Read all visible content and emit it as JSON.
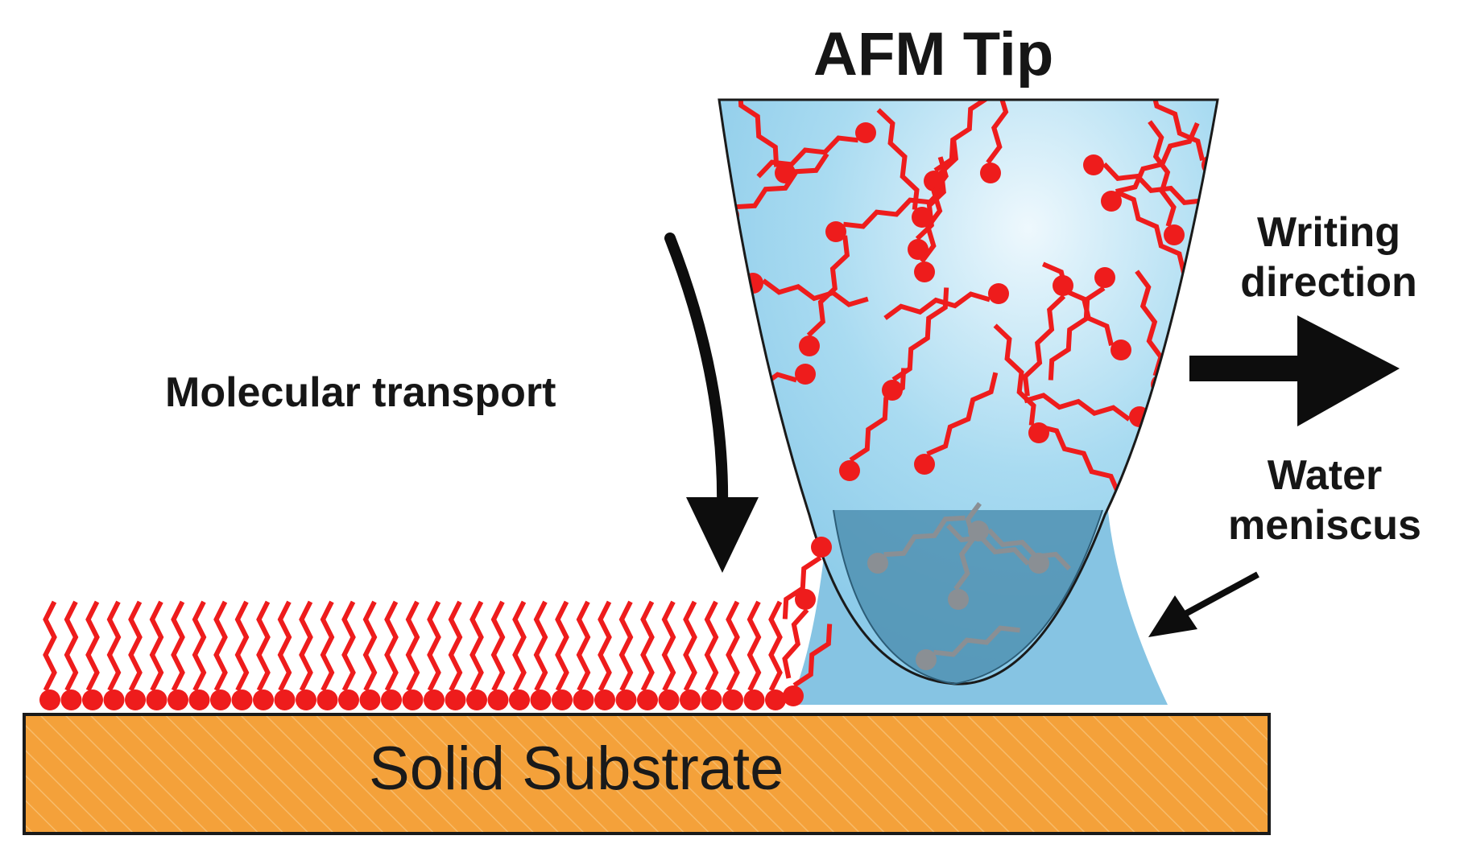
{
  "labels": {
    "title": "AFM Tip",
    "writing_line1": "Writing",
    "writing_line2": "direction",
    "molecular": "Molecular transport",
    "water_line1": "Water",
    "water_line2": "meniscus",
    "substrate": "Solid Substrate"
  },
  "colors": {
    "molecule": "#ee1c1c",
    "tip_fill": "#8ccbe9",
    "tip_highlight": "#eef8fd",
    "tip_outline": "#1a1a1a",
    "meniscus": "#7fc1e2",
    "meniscus_overlap": "#4f91b1",
    "substrate_fill": "#f4a13a",
    "substrate_hatch": "#f7bb6a",
    "substrate_outline": "#1a1a1a",
    "arrow": "#0d0d0d"
  }
}
